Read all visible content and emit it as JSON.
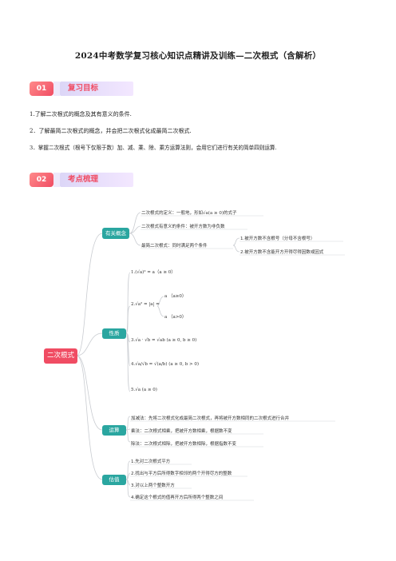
{
  "title": "2024中考数学复习核心知识点精讲及训练—二次根式（含解析）",
  "section1": {
    "number": "01",
    "name": "复习目标"
  },
  "goals": [
    "1.了解二次根式的概念及其有意义的条件.",
    "2．了解最简二次根式的概念，并会把二次根式化成最简二次根式.",
    "3．掌握二次根式（根号下仅限于数）加、减、乘、除、乘方运算法则，会用它们进行有关的简单四则运算."
  ],
  "section2": {
    "number": "02",
    "name": "考点梳理"
  },
  "mindmap": {
    "root": "二次根式",
    "branches": {
      "youguan": "有关概念",
      "xingzhi": "性质",
      "yunsuan": "运算",
      "gusuan": "估值"
    },
    "concepts": {
      "definition_prefix": "二次根式的定义：一般地，形如",
      "definition_formula": "√a(a ≥ 0)",
      "definition_suffix": "的式子",
      "meaningful": "二次根式有意义的条件：被开方数为非负数",
      "simplest": "最简二次根式：同时满足两个条件",
      "cond1": "1.被开方数不含根号（分母不含根号）",
      "cond2": "2.被开方数不含能开方开得尽得因数或因式"
    },
    "properties": {
      "p1": "1.(√a)² = a（a ≥ 0）",
      "p2_left": "2.√a² = |a| =",
      "p2_case1": "a （a≥0）",
      "p2_case2": "a （a>0）",
      "p3": "3.√a · √b = √ab (a ≥ 0, b ≥ 0)",
      "p4": "4.√a/√b = √(a/b) (a ≥ 0, b > 0)",
      "p5": "5.√a (a ≥ 0)"
    },
    "operations": {
      "add": "加减法：先将二次根式化成最简二次根式，再将被开方数相同的二次根式进行合并",
      "mul": "乘法：二次根式相乘，把被开方数相乘，根据数不变",
      "div": "除法：二次根式相除，把被开方数相除，根据指数不变"
    },
    "estimation": {
      "s1": "1.先对二次根式平方",
      "s2": "2.找出与平方后所得数字相邻的两个开得尽方的整数",
      "s3": "3.对以上两个整数开方",
      "s4": "4.确定这个根式的值再开方后所得两个整数之间"
    }
  }
}
